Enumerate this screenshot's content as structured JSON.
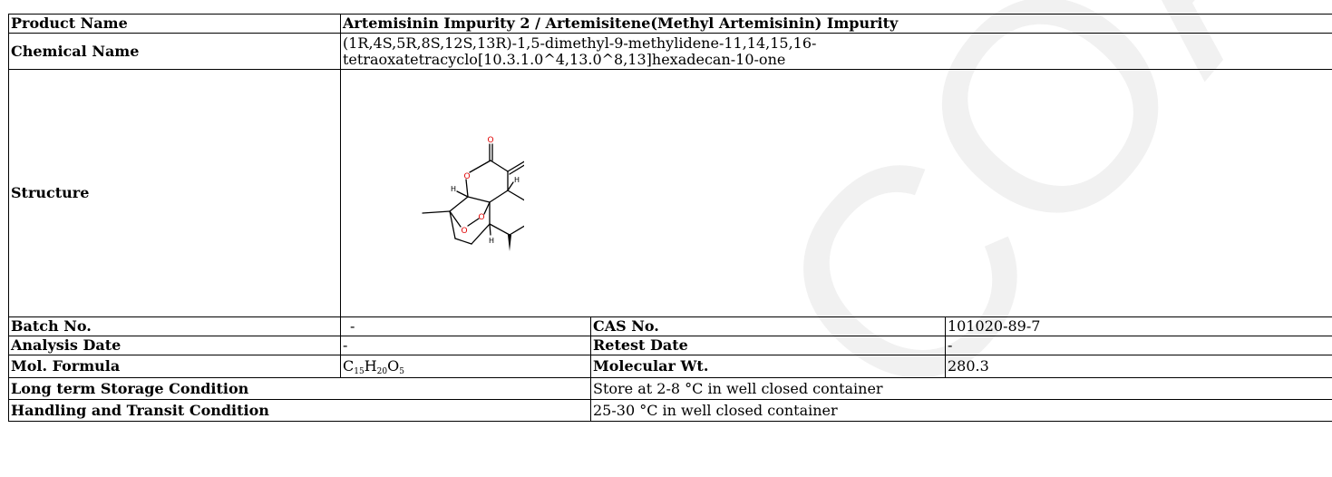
{
  "watermark": "COA",
  "rows": {
    "product": {
      "label": "Product Name",
      "value": "Artemisinin Impurity 2 / Artemisitene(Methyl Artemisinin) Impurity"
    },
    "chemical": {
      "label": "Chemical Name",
      "line1": "(1R,4S,5R,8S,12S,13R)-1,5-dimethyl-9-methylidene-11,14,15,16-",
      "line2": "tetraoxatetracyclo[10.3.1.0^4,13.0^8,13]hexadecan-10-one"
    },
    "structure": {
      "label": "Structure",
      "atoms": {
        "O": "O",
        "H": "H"
      }
    },
    "batch": {
      "label": "Batch No.",
      "value": "-",
      "label2": "CAS No.",
      "value2": "101020-89-7"
    },
    "analysis": {
      "label": "Analysis Date",
      "value": "-",
      "label2": "Retest Date",
      "value2": "-"
    },
    "formula": {
      "label": "Mol. Formula",
      "c": "C",
      "c_n": "15",
      "h": "H",
      "h_n": "20",
      "o": "O",
      "o_n": "5",
      "label2": "Molecular Wt.",
      "value2": "280.3"
    },
    "storage": {
      "label": "Long term Storage Condition",
      "value": "Store at 2-8 °C in well closed container"
    },
    "handling": {
      "label": "Handling and Transit Condition",
      "value": "25-30 °C in well closed container"
    }
  }
}
